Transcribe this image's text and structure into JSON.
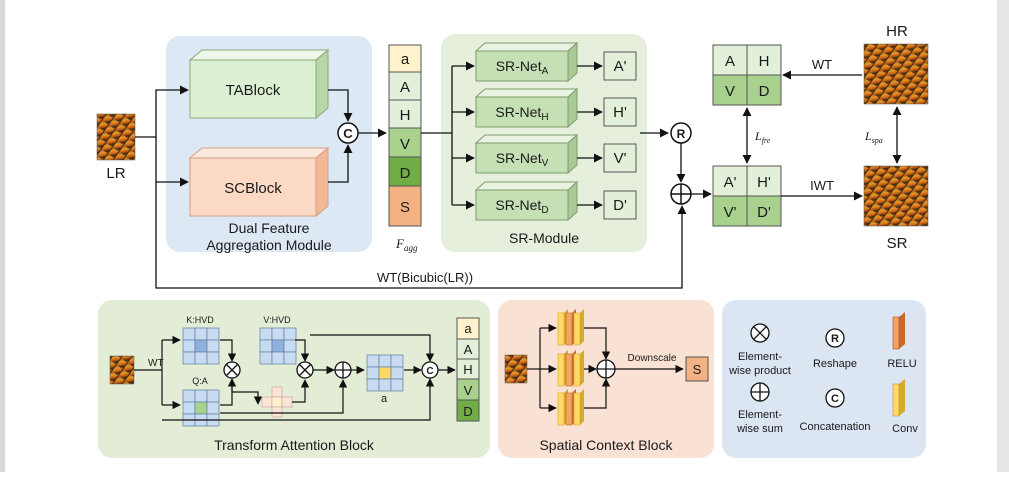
{
  "top": {
    "lr_label": "LR",
    "hr_label": "HR",
    "sr_label": "SR",
    "tablock": "TABlock",
    "scblock": "SCBlock",
    "dfam_line1": "Dual Feature",
    "dfam_line2": "Aggregation Module",
    "concat_symbol": "C",
    "feature_stack": [
      "a",
      "A",
      "H",
      "V",
      "D",
      "S"
    ],
    "fagg_label": "F",
    "fagg_sub": "agg",
    "sr_nets": [
      {
        "base": "SR-Net",
        "sub": "A",
        "out": "A'"
      },
      {
        "base": "SR-Net",
        "sub": "H",
        "out": "H'"
      },
      {
        "base": "SR-Net",
        "sub": "V",
        "out": "V'"
      },
      {
        "base": "SR-Net",
        "sub": "D",
        "out": "D'"
      }
    ],
    "sr_module_label": "SR-Module",
    "reshape_symbol": "R",
    "wt_label": "WT",
    "iwt_label": "IWT",
    "wt_bicubic_label": "WT(Bicubic(LR))",
    "hr_grid": [
      "A",
      "H",
      "V",
      "D"
    ],
    "sr_grid": [
      "A'",
      "H'",
      "V'",
      "D'"
    ],
    "l_fre": "L",
    "l_fre_sub": "fre",
    "l_spa": "L",
    "l_spa_sub": "spa"
  },
  "tab": {
    "title": "Transform Attention Block",
    "wt_label": "WT",
    "k_label": "K:HVD",
    "v_label": "V:HVD",
    "q_label": "Q:A",
    "a_label": "a",
    "output_stack": [
      "a",
      "A",
      "H",
      "V",
      "D"
    ],
    "concat_symbol": "C"
  },
  "scb": {
    "title": "Spatial Context Block",
    "downscale_label": "Downscale",
    "s_label": "S"
  },
  "legend": {
    "product_l1": "Element-",
    "product_l2": "wise product",
    "sum_l1": "Element-",
    "sum_l2": "wise sum",
    "reshape_symbol": "R",
    "reshape": "Reshape",
    "concat_symbol": "C",
    "concat": "Concatenation",
    "relu": "RELU",
    "conv": "Conv"
  },
  "colors": {
    "dfam_bg": "#dde8f5",
    "srmod_bg": "#e6efdc",
    "tab_bg": "#e3edd6",
    "scb_bg": "#f9e1d4",
    "legend_bg": "#dce6f2",
    "ta_block": "#dcefd2",
    "sc_block": "#fbd9c5",
    "sr_net": "#c5e0b4",
    "green_cell": "#a9d18e",
    "light_green_cell": "#e2f0d9",
    "yellow_cell": "#fff2cc",
    "orange_cell": "#f4b183",
    "relu": "#f4a460",
    "conv": "#ffd966"
  }
}
